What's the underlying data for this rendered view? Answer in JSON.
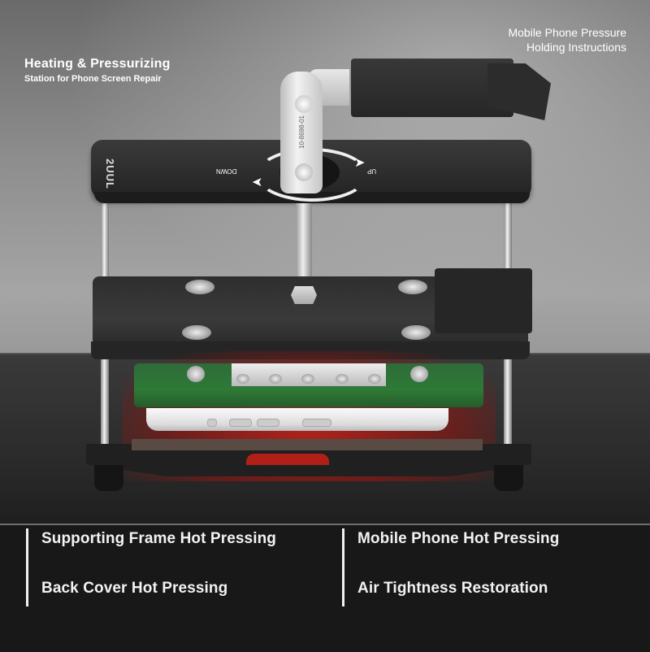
{
  "header": {
    "title": "Heating & Pressurizing",
    "subtitle": "Station for Phone Screen Repair",
    "right_caption_line1": "Mobile Phone Pressure",
    "right_caption_line2": "Holding Instructions"
  },
  "product": {
    "brand_logo": "2UUL",
    "dial_labels": {
      "down": "DOWN",
      "up": "UP"
    },
    "clamp_engraving": "10-8698-01",
    "colors": {
      "heat_glow": "#d0201a",
      "green_fixture": "#2e7a36",
      "plate": "#2a2a2a",
      "background": "#9a9a9a"
    }
  },
  "features": {
    "left": [
      "Supporting Frame Hot Pressing",
      "Back Cover Hot Pressing"
    ],
    "right": [
      "Mobile Phone Hot Pressing",
      "Air Tightness Restoration"
    ]
  }
}
